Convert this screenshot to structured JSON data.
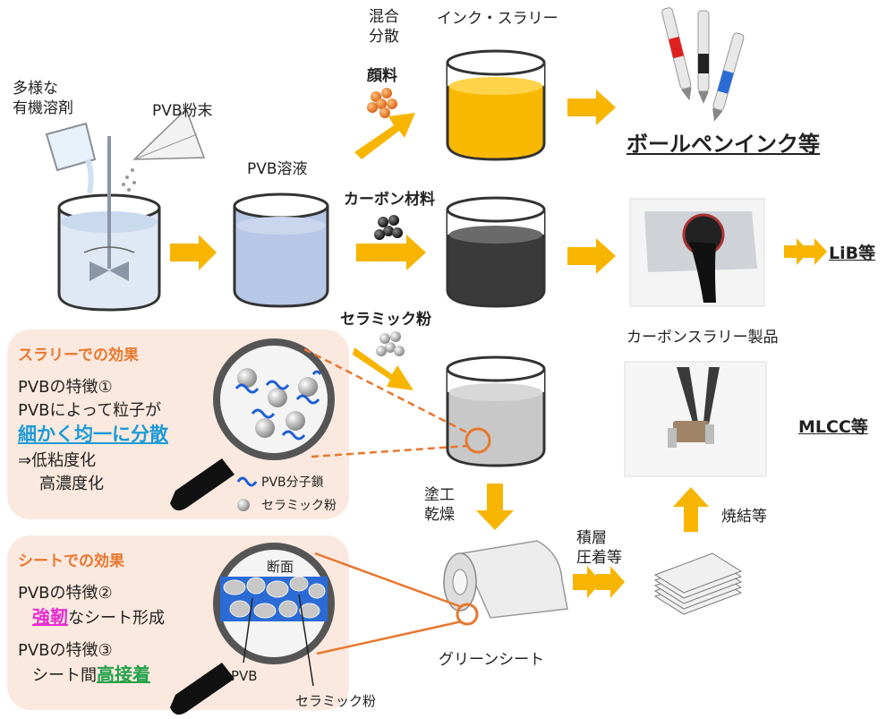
{
  "labels": {
    "solvent": "多様な\n有機溶剤",
    "pvb_powder": "PVB粉末",
    "pvb_solution": "PVB溶液",
    "mix_disperse": "混合\n分散",
    "ink_slurry": "インク・スラリー",
    "pigment": "顔料",
    "carbon": "カーボン材料",
    "ceramic": "セラミック粉",
    "ballpen": "ボールペンインク等",
    "lib": "LiB等",
    "carbon_product": "カーボンスラリー製品",
    "mlcc": "MLCC等",
    "coating": "塗工\n乾燥",
    "laminate": "積層\n圧着等",
    "sinter": "焼結等",
    "green_sheet": "グリーンシート"
  },
  "panel_slurry": {
    "title": "スラリーでの効果",
    "feature": "PVBの特徴①",
    "line2": "PVBによって粒子が",
    "highlight": "細かく均一に分散",
    "result1": "⇒低粘度化",
    "result2": "高濃度化",
    "legend_chain": "PVB分子鎖",
    "legend_powder": "セラミック粉"
  },
  "panel_sheet": {
    "title": "シートでの効果",
    "feature2": "PVBの特徴②",
    "strong": "強靭",
    "strong_rest": "なシート形成",
    "feature3": "PVBの特徴③",
    "adhesion_pre": "シート間",
    "adhesion": "高接着",
    "section": "断面",
    "pvb": "PVB",
    "ceramic": "セラミック粉"
  },
  "colors": {
    "arrow": "#f7b500",
    "orange": "#e8772e",
    "blue_hl": "#1a9bd7",
    "pink_hl": "#e62fd0",
    "green_hl": "#22a24a",
    "ink": "#f9b800",
    "carbon_liquid": "#3a3a3a",
    "ceramic_liquid": "#c8c8c8",
    "pvb_liquid": "#b7c7e6"
  }
}
